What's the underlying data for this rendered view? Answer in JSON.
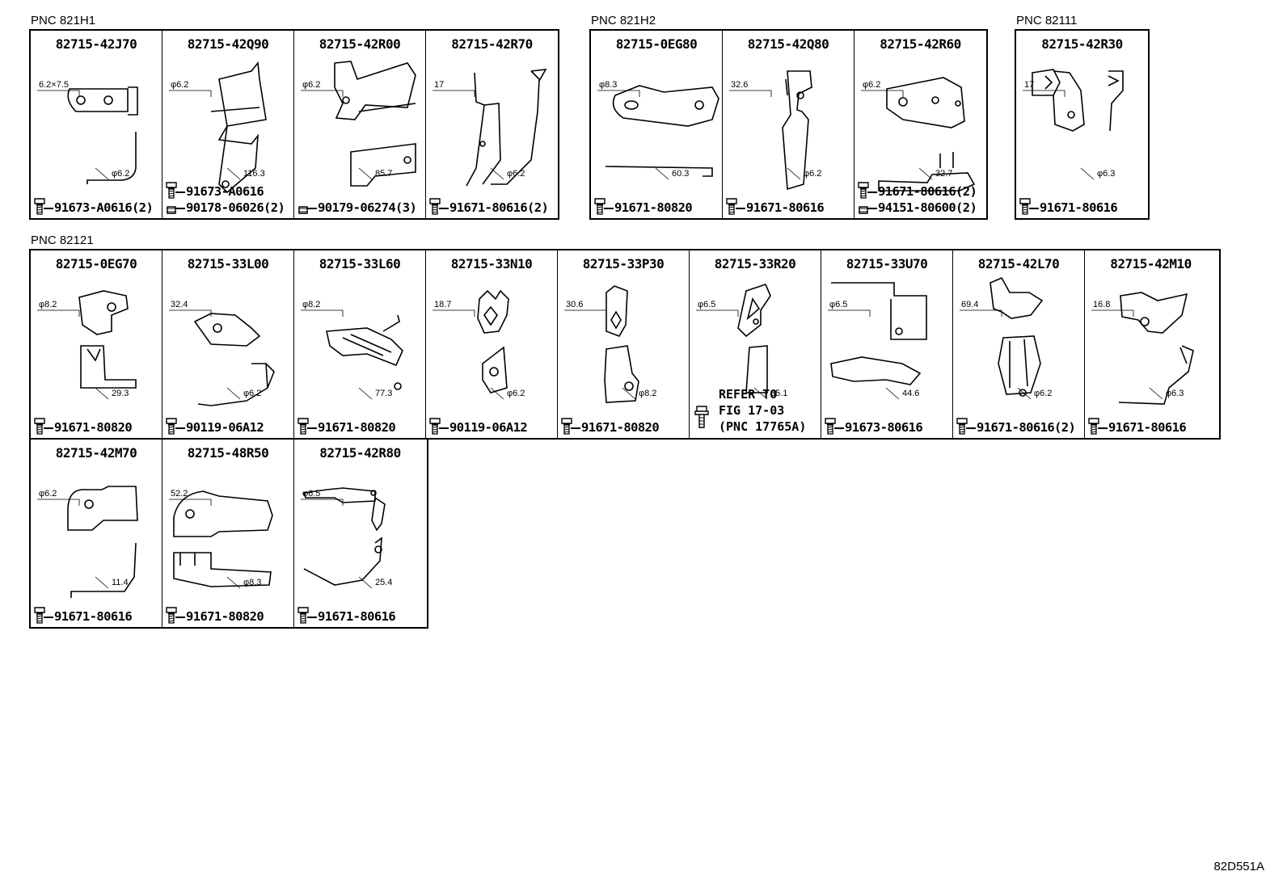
{
  "groups": [
    {
      "label": "PNC 821H1",
      "parts": [
        {
          "part_no": "82715-42J70",
          "dims": [
            "6.2×7.5",
            "φ6.2"
          ],
          "fasteners": [
            {
              "icon": "bolt-icon",
              "code": "91673-A0616(2)"
            }
          ]
        },
        {
          "part_no": "82715-42Q90",
          "dims": [
            "φ6.2",
            "116.3"
          ],
          "fasteners": [
            {
              "icon": "bolt-icon",
              "code": "91673-A0616"
            },
            {
              "icon": "pin-icon",
              "code": "90178-06026(2)"
            }
          ]
        },
        {
          "part_no": "82715-42R00",
          "dims": [
            "φ6.2",
            "85.7"
          ],
          "fasteners": [
            {
              "icon": "pin-icon",
              "code": "90179-06274(3)"
            }
          ]
        },
        {
          "part_no": "82715-42R70",
          "dims": [
            "17",
            "φ6.2"
          ],
          "fasteners": [
            {
              "icon": "bolt-icon",
              "code": "91671-80616(2)"
            }
          ]
        }
      ]
    },
    {
      "label": "PNC 821H2",
      "parts": [
        {
          "part_no": "82715-0EG80",
          "dims": [
            "φ8.3",
            "60.3"
          ],
          "fasteners": [
            {
              "icon": "bolt-icon",
              "code": "91671-80820"
            }
          ]
        },
        {
          "part_no": "82715-42Q80",
          "dims": [
            "32.6",
            "φ6.2"
          ],
          "fasteners": [
            {
              "icon": "bolt-icon",
              "code": "91671-80616"
            }
          ]
        },
        {
          "part_no": "82715-42R60",
          "dims": [
            "φ6.2",
            "32.7"
          ],
          "fasteners": [
            {
              "icon": "bolt-icon",
              "code": "91671-80616(2)"
            },
            {
              "icon": "pin-icon",
              "code": "94151-80600(2)"
            }
          ]
        }
      ]
    },
    {
      "label": "PNC 82111",
      "parts": [
        {
          "part_no": "82715-42R30",
          "dims": [
            "17",
            "φ6.3"
          ],
          "fasteners": [
            {
              "icon": "bolt-icon",
              "code": "91671-80616"
            }
          ]
        }
      ]
    },
    {
      "label": "PNC 82121",
      "parts": [
        {
          "part_no": "82715-0EG70",
          "dims": [
            "φ8.2",
            "29.3"
          ],
          "fasteners": [
            {
              "icon": "bolt-icon",
              "code": "91671-80820"
            }
          ]
        },
        {
          "part_no": "82715-33L00",
          "dims": [
            "32.4",
            "φ6.2"
          ],
          "fasteners": [
            {
              "icon": "bolt-icon",
              "code": "90119-06A12"
            }
          ]
        },
        {
          "part_no": "82715-33L60",
          "dims": [
            "φ8.2",
            "77.3"
          ],
          "fasteners": [
            {
              "icon": "bolt-icon",
              "code": "91671-80820"
            }
          ]
        },
        {
          "part_no": "82715-33N10",
          "dims": [
            "18.7",
            "φ6.2"
          ],
          "fasteners": [
            {
              "icon": "bolt-icon",
              "code": "90119-06A12"
            }
          ]
        },
        {
          "part_no": "82715-33P30",
          "dims": [
            "30.6",
            "φ8.2"
          ],
          "fasteners": [
            {
              "icon": "bolt-icon",
              "code": "91671-80820"
            }
          ]
        },
        {
          "part_no": "82715-33R20",
          "dims": [
            "φ6.5",
            "35.1"
          ],
          "note": "REFER TO\nFIG 17-03\n(PNC 17765A)",
          "fasteners": []
        },
        {
          "part_no": "82715-33U70",
          "dims": [
            "φ6.5",
            "44.6"
          ],
          "fasteners": [
            {
              "icon": "bolt-icon",
              "code": "91673-80616"
            }
          ]
        },
        {
          "part_no": "82715-42L70",
          "dims": [
            "69.4",
            "φ6.2"
          ],
          "fasteners": [
            {
              "icon": "bolt-icon",
              "code": "91671-80616(2)"
            }
          ]
        },
        {
          "part_no": "82715-42M10",
          "dims": [
            "16.8",
            "φ6.3"
          ],
          "fasteners": [
            {
              "icon": "bolt-icon",
              "code": "91671-80616"
            }
          ]
        },
        {
          "part_no": "82715-42M70",
          "dims": [
            "φ6.2",
            "11.4"
          ],
          "fasteners": [
            {
              "icon": "bolt-icon",
              "code": "91671-80616"
            }
          ]
        },
        {
          "part_no": "82715-48R50",
          "dims": [
            "52.2",
            "φ8.3"
          ],
          "fasteners": [
            {
              "icon": "bolt-icon",
              "code": "91671-80820"
            }
          ]
        },
        {
          "part_no": "82715-42R80",
          "dims": [
            "φ6.5",
            "25.4"
          ],
          "fasteners": [
            {
              "icon": "bolt-icon",
              "code": "91671-80616"
            }
          ]
        }
      ]
    }
  ],
  "figure_ref": "82D551A"
}
